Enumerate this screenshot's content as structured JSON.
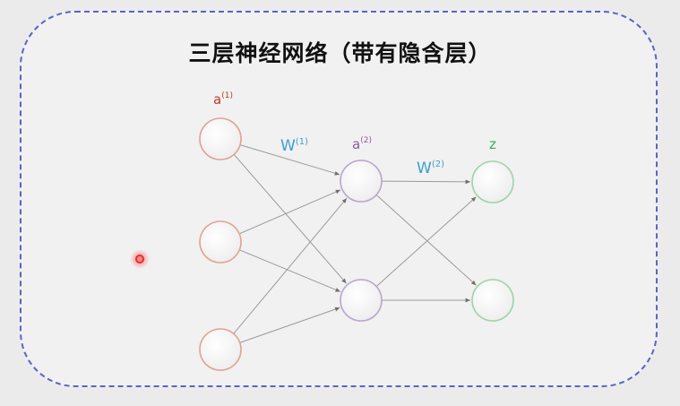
{
  "title": "三层神经网络（带有隐含层）",
  "layers": [
    {
      "label": "a",
      "sup": "(1)",
      "color": "#c0392b",
      "nodes": 3,
      "node_stroke": "#e0a397"
    },
    {
      "label": "a",
      "sup": "(2)",
      "color": "#8e5aa8",
      "nodes": 2,
      "node_stroke": "#b9a6cf"
    },
    {
      "label": "z",
      "sup": "",
      "color": "#3aa86b",
      "nodes": 2,
      "node_stroke": "#9fd3ac"
    }
  ],
  "weights": [
    {
      "label": "W",
      "sup": "(1)",
      "color": "#3aa0d0"
    },
    {
      "label": "W",
      "sup": "(2)",
      "color": "#3aa0d0"
    }
  ],
  "colors": {
    "frame": "#5a63c9",
    "edge": "#9a9a9a",
    "cursor": "#e03030"
  }
}
